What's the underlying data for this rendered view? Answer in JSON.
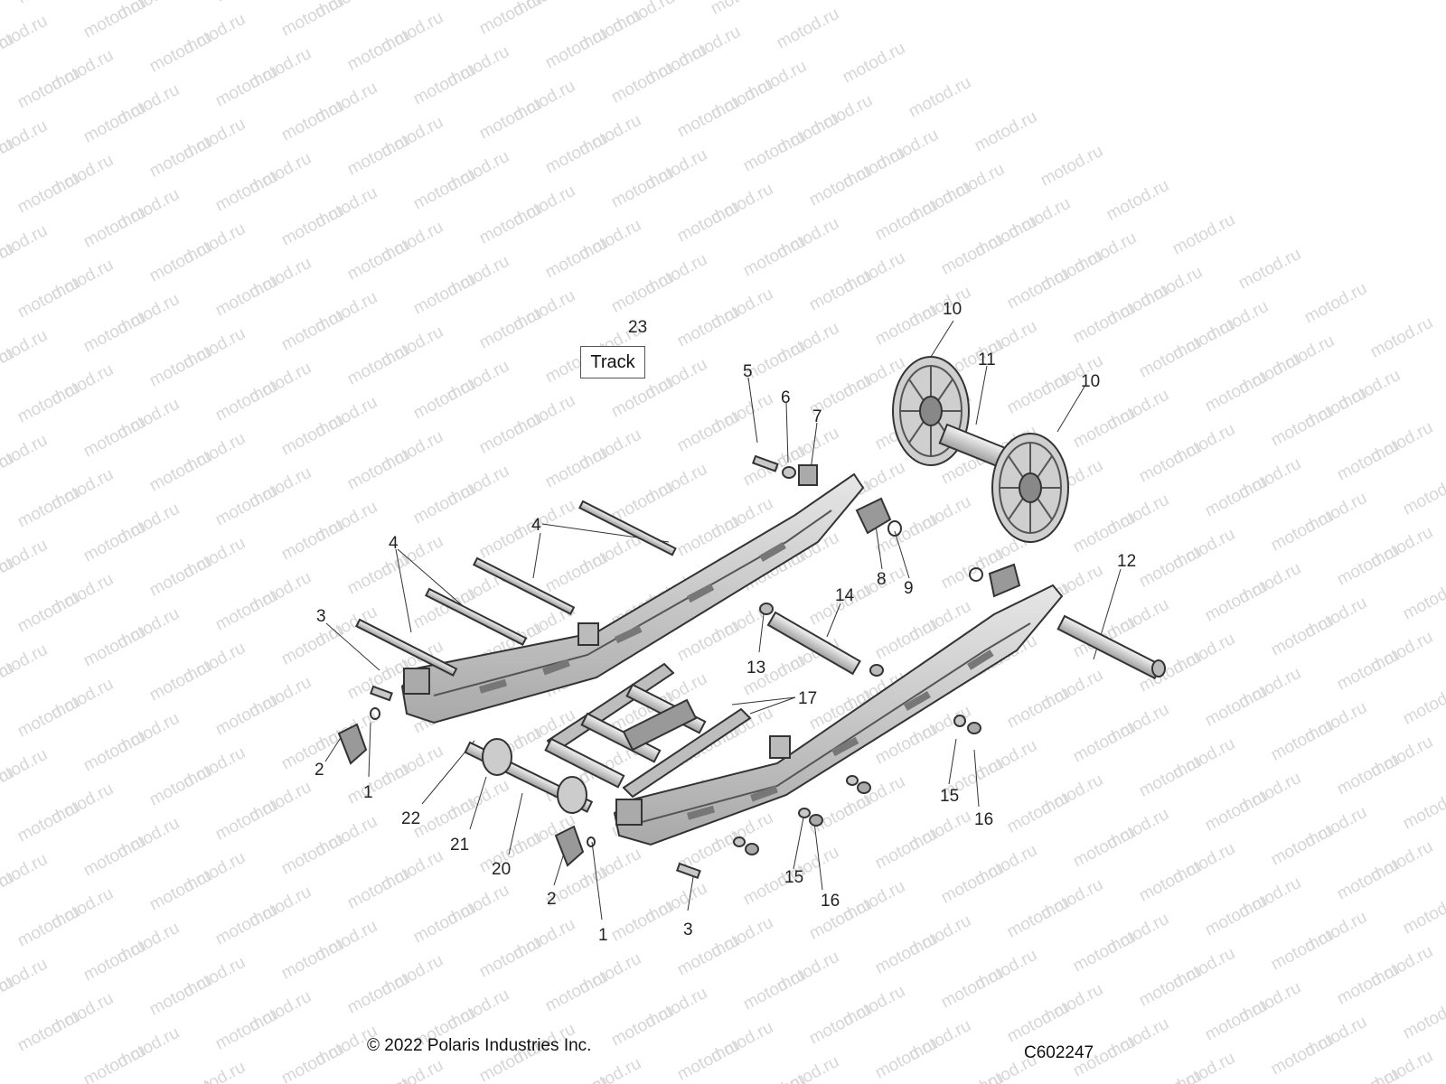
{
  "watermark": {
    "text": "motod.ru"
  },
  "track_label": "Track",
  "copyright": "© 2022 Polaris Industries Inc.",
  "diagram_code": "C602247",
  "callouts": [
    {
      "id": "c23",
      "text": "23"
    },
    {
      "id": "c10a",
      "text": "10"
    },
    {
      "id": "c11",
      "text": "11"
    },
    {
      "id": "c10b",
      "text": "10"
    },
    {
      "id": "c5",
      "text": "5"
    },
    {
      "id": "c6",
      "text": "6"
    },
    {
      "id": "c7",
      "text": "7"
    },
    {
      "id": "c4a",
      "text": "4"
    },
    {
      "id": "c4b",
      "text": "4"
    },
    {
      "id": "c3a",
      "text": "3"
    },
    {
      "id": "c8",
      "text": "8"
    },
    {
      "id": "c9",
      "text": "9"
    },
    {
      "id": "c12",
      "text": "12"
    },
    {
      "id": "c14",
      "text": "14"
    },
    {
      "id": "c13",
      "text": "13"
    },
    {
      "id": "c17",
      "text": "17"
    },
    {
      "id": "c2a",
      "text": "2"
    },
    {
      "id": "c1a",
      "text": "1"
    },
    {
      "id": "c22",
      "text": "22"
    },
    {
      "id": "c21",
      "text": "21"
    },
    {
      "id": "c20",
      "text": "20"
    },
    {
      "id": "c2b",
      "text": "2"
    },
    {
      "id": "c1b",
      "text": "1"
    },
    {
      "id": "c3b",
      "text": "3"
    },
    {
      "id": "c15a",
      "text": "15"
    },
    {
      "id": "c16a",
      "text": "16"
    },
    {
      "id": "c15b",
      "text": "15"
    },
    {
      "id": "c16b",
      "text": "16"
    }
  ]
}
